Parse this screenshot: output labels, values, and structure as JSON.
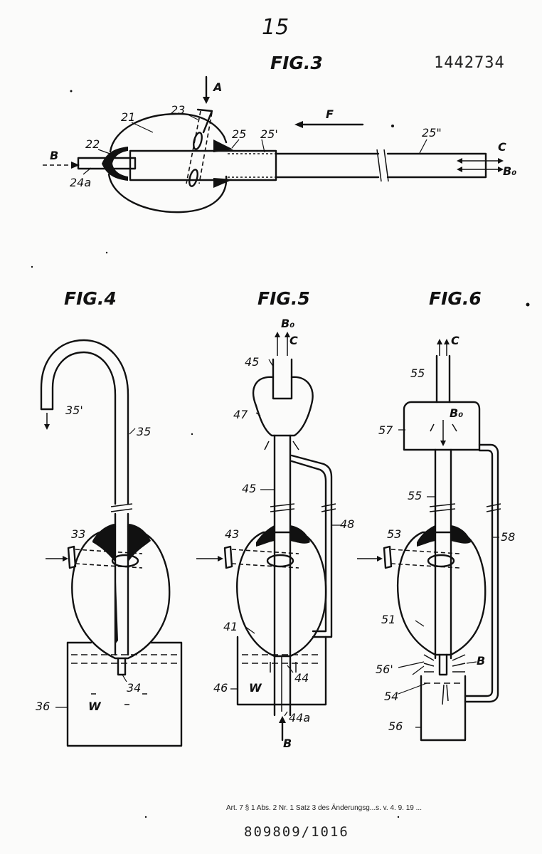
{
  "page_number": "15",
  "patent_number": "1442734",
  "footer": {
    "legal_note": "Art. 7 § 1 Abs. 2 Nr. 1 Satz 3 des Änderungsg...s. v. 4. 9. 19 ...",
    "document_number": "809809/1016"
  },
  "figures": {
    "fig3": {
      "title": "FIG.3",
      "labels": {
        "A": "A",
        "B": "B",
        "C": "C",
        "Bo": "B₀",
        "F": "F",
        "n21": "21",
        "n22": "22",
        "n23": "23",
        "n24a": "24a",
        "n25": "25",
        "n25p": "25'",
        "n25pp": "25\""
      }
    },
    "fig4": {
      "title": "FIG.4",
      "labels": {
        "n33": "33",
        "n34": "34",
        "n35": "35",
        "n35p": "35'",
        "n36": "36",
        "W": "W"
      }
    },
    "fig5": {
      "title": "FIG.5",
      "labels": {
        "Bo": "B₀",
        "C": "C",
        "n45top": "45",
        "n47": "47",
        "n45mid": "45",
        "n48": "48",
        "n43": "43",
        "n41": "41",
        "n44": "44",
        "n46": "46",
        "W": "W",
        "n44a": "44a",
        "B": "B"
      }
    },
    "fig6": {
      "title": "FIG.6",
      "labels": {
        "C": "C",
        "n55top": "55",
        "n57": "57",
        "Bo": "B₀",
        "n55mid": "55",
        "n58": "58",
        "n53": "53",
        "n51": "51",
        "n56p": "56'",
        "B": "B",
        "n54": "54",
        "n56": "56"
      }
    }
  }
}
